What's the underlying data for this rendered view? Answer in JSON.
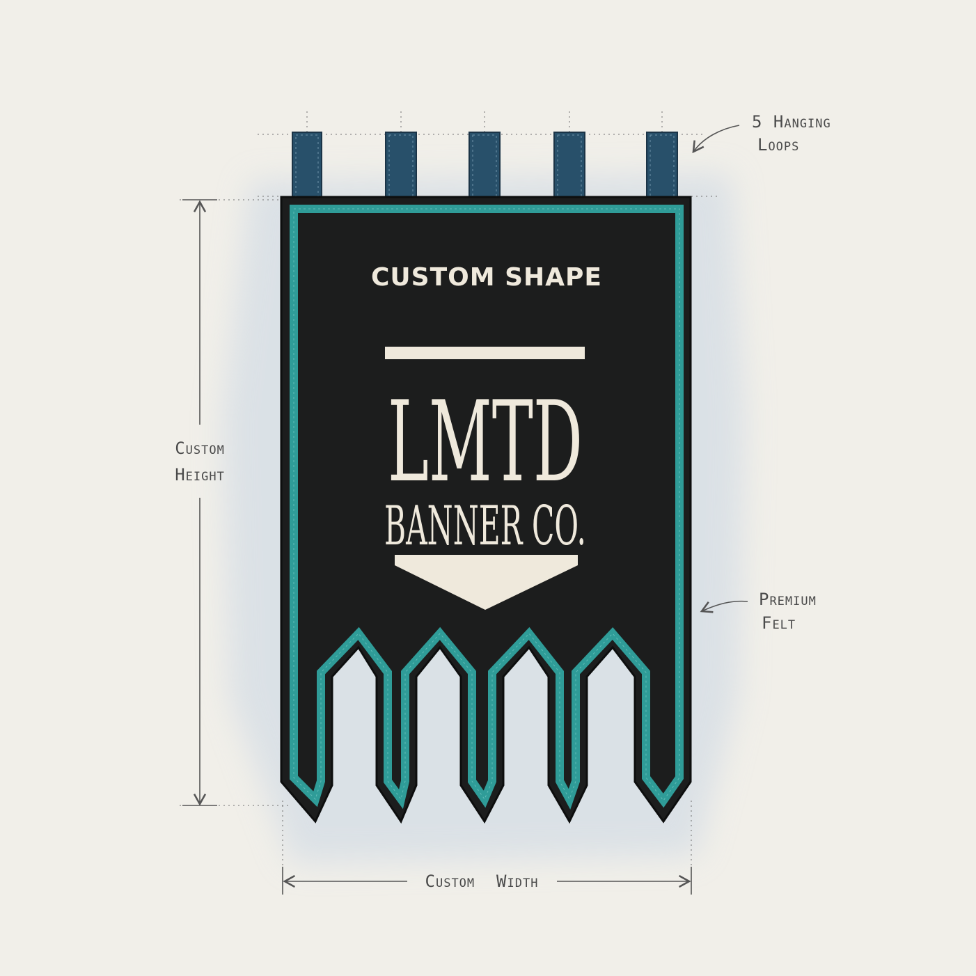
{
  "banner": {
    "title": "CUSTOM SHAPE",
    "logo_line1": "LMTD",
    "logo_line2": "BANNER CO."
  },
  "annotations": {
    "loops_line1": "5 Hanging",
    "loops_line2": "Loops",
    "felt_line1": "Premium",
    "felt_line2": "Felt",
    "height_line1": "Custom",
    "height_line2": "Height",
    "width_label": "Custom  Width"
  },
  "colors": {
    "paper": "#f1efe9",
    "felt": "#1c1d1d",
    "trim": "#2f9c98",
    "loops": "#28506a",
    "logo": "#efe9dc",
    "ink": "#4a4a4a",
    "wash": "#c9d6e4"
  },
  "icons": [
    "arrow-icon",
    "dimension-arrow-icon"
  ]
}
